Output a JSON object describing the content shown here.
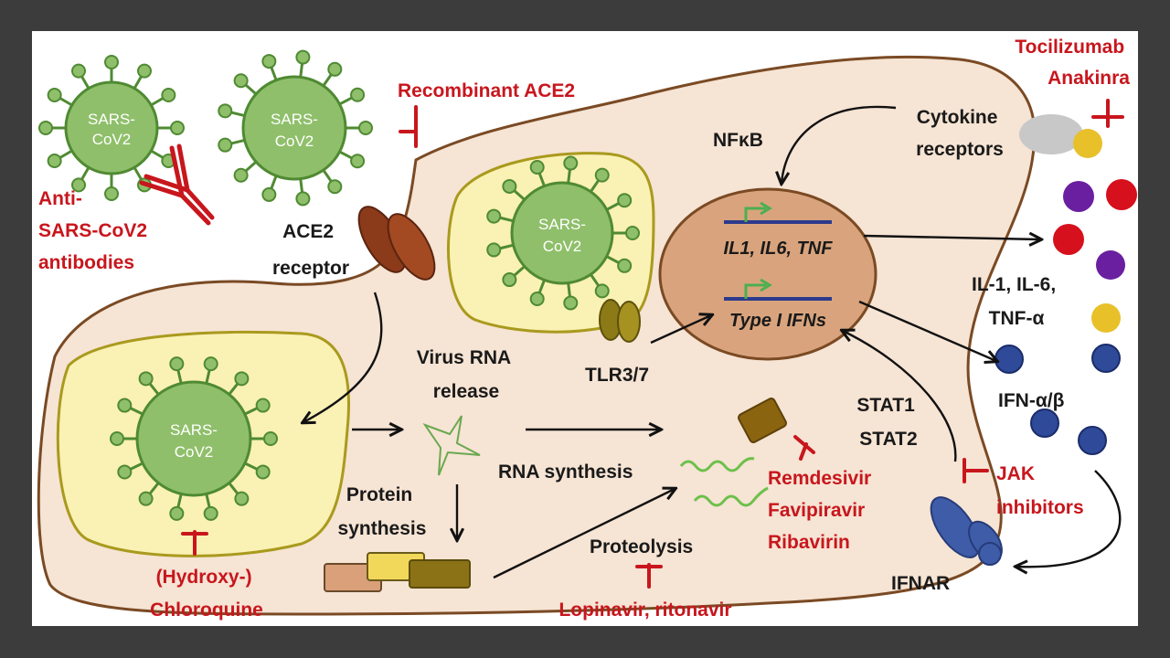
{
  "virus_label": [
    "SARS-",
    "CoV2"
  ],
  "labels": {
    "ace2_receptor": [
      "ACE2",
      "receptor"
    ],
    "cytokine_receptors": [
      "Cytokine",
      "receptors"
    ],
    "nfkb": "NFκB",
    "virus_rna_release": [
      "Virus RNA",
      "release"
    ],
    "tlr": "TLR3/7",
    "stat": [
      "STAT1",
      "STAT2"
    ],
    "rna_synthesis": "RNA synthesis",
    "protein_synthesis": [
      "Protein",
      "synthesis"
    ],
    "proteolysis": "Proteolysis",
    "il_cytokines": [
      "IL-1, IL-6,",
      "TNF-α"
    ],
    "ifn_ab": "IFN-α/β",
    "ifnar": "IFNAR"
  },
  "genes": {
    "inflammatory": "IL1, IL6, TNF",
    "interferons": "Type I IFNs"
  },
  "drugs": {
    "recombinant_ace2": "Recombinant ACE2",
    "tocilizumab_anakinra": [
      "Tocilizumab",
      "Anakinra"
    ],
    "antibodies": [
      "Anti-",
      "SARS-CoV2",
      "antibodies"
    ],
    "chloroquine": [
      "(Hydroxy-)",
      "Chloroquine"
    ],
    "lopinavir": "Lopinavir, ritonavir",
    "polymerase_inhibitors": [
      "Remdesivir",
      "Favipiravir",
      "Ribavirin"
    ],
    "jak": [
      "JAK",
      "inhibitors"
    ]
  },
  "colors": {
    "background": "#3c3c3c",
    "panel": "#ffffff",
    "cell": "#f6e4d4",
    "cell_outline": "#7a4a24",
    "nucleus": "#d9a47d",
    "endosome": "#faf1b4",
    "endosome_outline": "#a99a1e",
    "virus": "#8fbf6a",
    "virus_outline": "#4f8a32",
    "drug": "#c8161d",
    "gene_line": "#2b3a8c",
    "gene_arrow": "#4caf50",
    "purple": "#6a1fa0",
    "red": "#d6101c",
    "yellow": "#e8c02a",
    "ifn_blue": "#2f4a99"
  }
}
